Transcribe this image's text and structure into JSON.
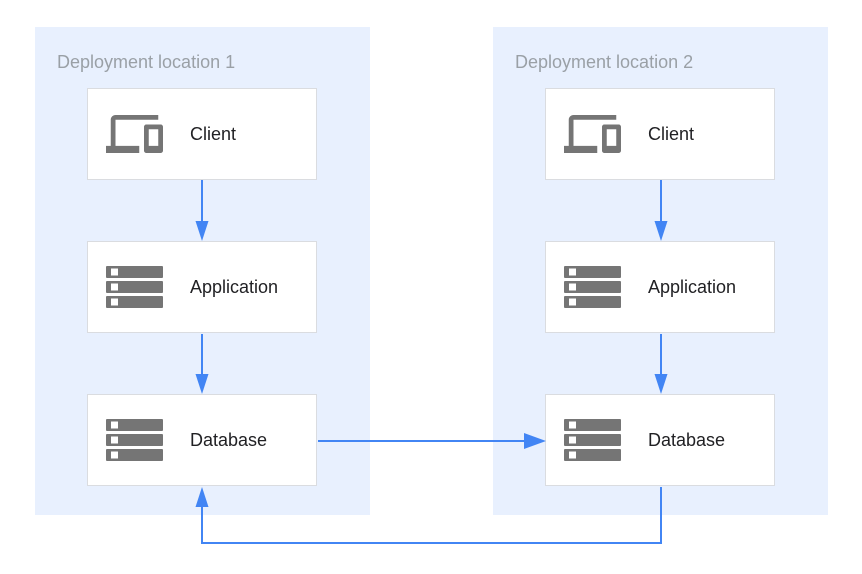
{
  "diagram": {
    "locations": [
      {
        "title": "Deployment location 1",
        "nodes": [
          {
            "label": "Client",
            "icon": "devices-icon"
          },
          {
            "label": "Application",
            "icon": "server-rack-icon"
          },
          {
            "label": "Database",
            "icon": "server-rack-icon"
          }
        ]
      },
      {
        "title": "Deployment location 2",
        "nodes": [
          {
            "label": "Client",
            "icon": "devices-icon"
          },
          {
            "label": "Application",
            "icon": "server-rack-icon"
          },
          {
            "label": "Database",
            "icon": "server-rack-icon"
          }
        ]
      }
    ],
    "connections": [
      {
        "from": "location-1-client",
        "to": "location-1-application"
      },
      {
        "from": "location-1-application",
        "to": "location-1-database"
      },
      {
        "from": "location-2-client",
        "to": "location-2-application"
      },
      {
        "from": "location-2-application",
        "to": "location-2-database"
      },
      {
        "from": "location-1-database",
        "to": "location-2-database"
      },
      {
        "from": "location-2-database",
        "to": "location-1-database"
      }
    ]
  },
  "colors": {
    "accent_blue": "#4285f4",
    "panel_bg": "#e8f0fe",
    "box_border": "#dadce0",
    "icon_gray": "#757575",
    "title_gray": "#9aa0a6",
    "label_dark": "#212124",
    "page_bg": "#ffffff"
  }
}
